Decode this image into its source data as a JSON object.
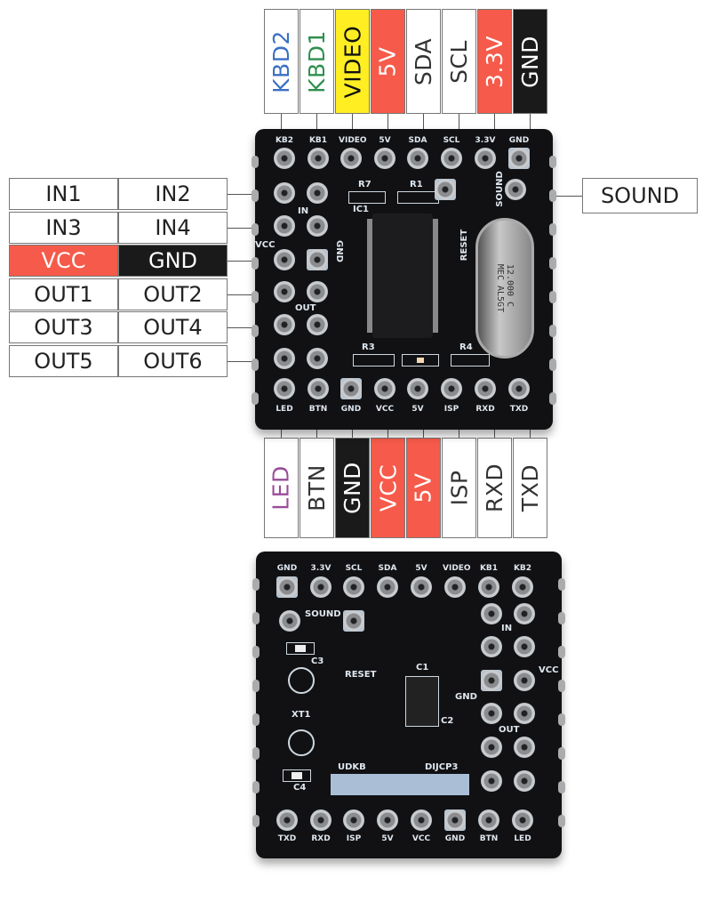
{
  "top_labels": [
    {
      "text": "KBD2",
      "color": "#3a6fc4",
      "bg": "#ffffff"
    },
    {
      "text": "KBD1",
      "color": "#2f8f4e",
      "bg": "#ffffff"
    },
    {
      "text": "VIDEO",
      "color": "#111111",
      "bg": "#ffee22"
    },
    {
      "text": "5V",
      "color": "#ffffff",
      "bg": "#f65a4a"
    },
    {
      "text": "SDA",
      "color": "#333333",
      "bg": "#ffffff"
    },
    {
      "text": "SCL",
      "color": "#333333",
      "bg": "#ffffff"
    },
    {
      "text": "3.3V",
      "color": "#ffffff",
      "bg": "#f65a4a"
    },
    {
      "text": "GND",
      "color": "#ffffff",
      "bg": "#1a1a1a"
    }
  ],
  "bottom_labels": [
    {
      "text": "LED",
      "color": "#9a4b9a",
      "bg": "#ffffff"
    },
    {
      "text": "BTN",
      "color": "#333333",
      "bg": "#ffffff"
    },
    {
      "text": "GND",
      "color": "#ffffff",
      "bg": "#1a1a1a"
    },
    {
      "text": "VCC",
      "color": "#ffffff",
      "bg": "#f65a4a"
    },
    {
      "text": "5V",
      "color": "#ffffff",
      "bg": "#f65a4a"
    },
    {
      "text": "ISP",
      "color": "#333333",
      "bg": "#ffffff"
    },
    {
      "text": "RXD",
      "color": "#333333",
      "bg": "#ffffff"
    },
    {
      "text": "TXD",
      "color": "#333333",
      "bg": "#ffffff"
    }
  ],
  "left_table": [
    [
      {
        "text": "IN1",
        "color": "#222",
        "bg": "#fff"
      },
      {
        "text": "IN2",
        "color": "#222",
        "bg": "#fff"
      }
    ],
    [
      {
        "text": "IN3",
        "color": "#222",
        "bg": "#fff"
      },
      {
        "text": "IN4",
        "color": "#222",
        "bg": "#fff"
      }
    ],
    [
      {
        "text": "VCC",
        "color": "#fff",
        "bg": "#f65a4a"
      },
      {
        "text": "GND",
        "color": "#fff",
        "bg": "#1a1a1a"
      }
    ],
    [
      {
        "text": "OUT1",
        "color": "#222",
        "bg": "#fff"
      },
      {
        "text": "OUT2",
        "color": "#222",
        "bg": "#fff"
      }
    ],
    [
      {
        "text": "OUT3",
        "color": "#222",
        "bg": "#fff"
      },
      {
        "text": "OUT4",
        "color": "#222",
        "bg": "#fff"
      }
    ],
    [
      {
        "text": "OUT5",
        "color": "#222",
        "bg": "#fff"
      },
      {
        "text": "OUT6",
        "color": "#222",
        "bg": "#fff"
      }
    ]
  ],
  "sound_label": "SOUND",
  "front_silk": {
    "top": [
      "KB2",
      "KB1",
      "VIDEO",
      "5V",
      "SDA",
      "SCL",
      "3.3V",
      "GND"
    ],
    "bottom": [
      "LED",
      "BTN",
      "GND",
      "VCC",
      "5V",
      "ISP",
      "RXD",
      "TXD"
    ],
    "in": "IN",
    "out": "OUT",
    "vcc": "VCC",
    "gnd": "GND",
    "sound": "SOUND",
    "reset": "RESET",
    "r7": "R7",
    "r1": "R1",
    "r3": "R3",
    "r4": "R4",
    "ic1": "IC1",
    "crystal": "12.000 C\nMEC AL5GT"
  },
  "back_silk": {
    "top": [
      "GND",
      "3.3V",
      "SCL",
      "SDA",
      "5V",
      "VIDEO",
      "KB1",
      "KB2"
    ],
    "bottom": [
      "TXD",
      "RXD",
      "ISP",
      "5V",
      "VCC",
      "GND",
      "BTN",
      "LED"
    ],
    "sound": "SOUND",
    "reset": "RESET",
    "c1": "C1",
    "c2": "C2",
    "c3": "C3",
    "c4": "C4",
    "xt1": "XT1",
    "udkb": "UDKB",
    "dijcp3": "DIJCP3",
    "in": "IN",
    "out": "OUT",
    "vcc": "VCC",
    "gnd": "GND"
  }
}
